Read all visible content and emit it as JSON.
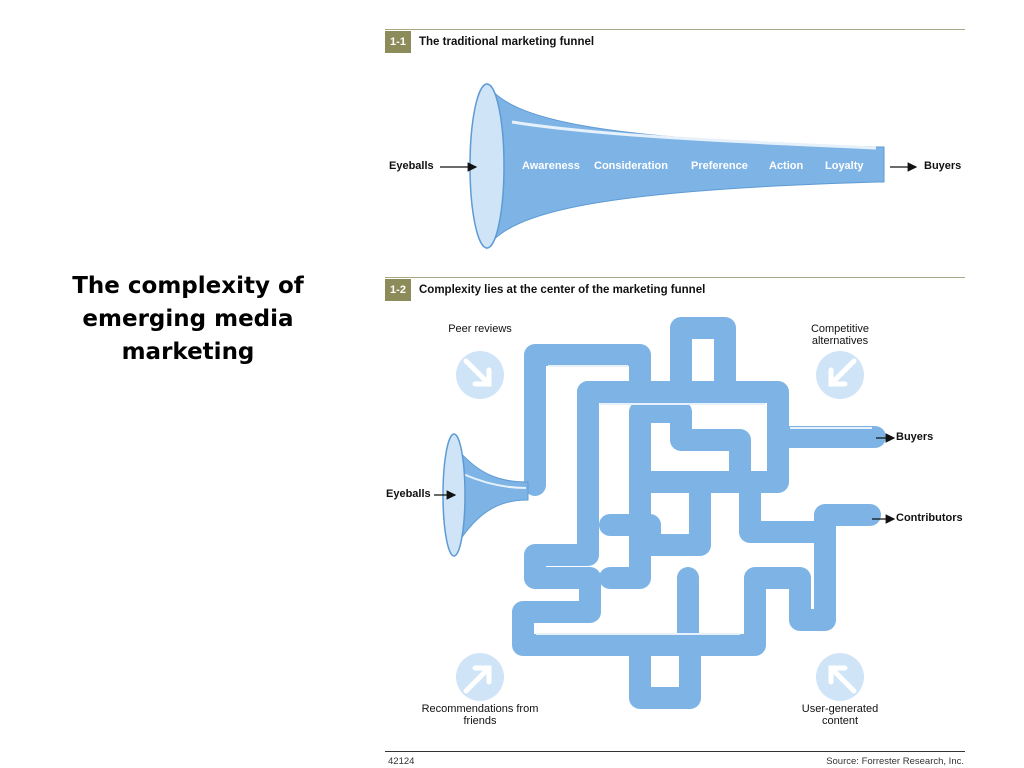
{
  "slide": {
    "title": "The complexity of emerging media marketing"
  },
  "figure1": {
    "number": "1-1",
    "caption": "The traditional marketing funnel",
    "left_label": "Eyeballs",
    "right_label": "Buyers",
    "stages": [
      "Awareness",
      "Consideration",
      "Preference",
      "Action",
      "Loyalty"
    ]
  },
  "figure2": {
    "number": "1-2",
    "caption": "Complexity lies at the center of the marketing funnel",
    "left_label": "Eyeballs",
    "outputs": [
      "Buyers",
      "Contributors"
    ],
    "influences": {
      "peer_reviews": "Peer reviews",
      "competitive_alternatives": "Competitive alternatives",
      "recommendations": "Recommendations from friends",
      "user_generated": "User-generated content"
    }
  },
  "footer": {
    "code": "42124",
    "source": "Source: Forrester Research, Inc."
  },
  "colors": {
    "funnel_blue": "#7db3e5",
    "funnel_light": "#cfe4f7",
    "highlight": "#e6f1fb",
    "caption_badge": "#8c8c5a",
    "rule": "#a9a98a"
  }
}
